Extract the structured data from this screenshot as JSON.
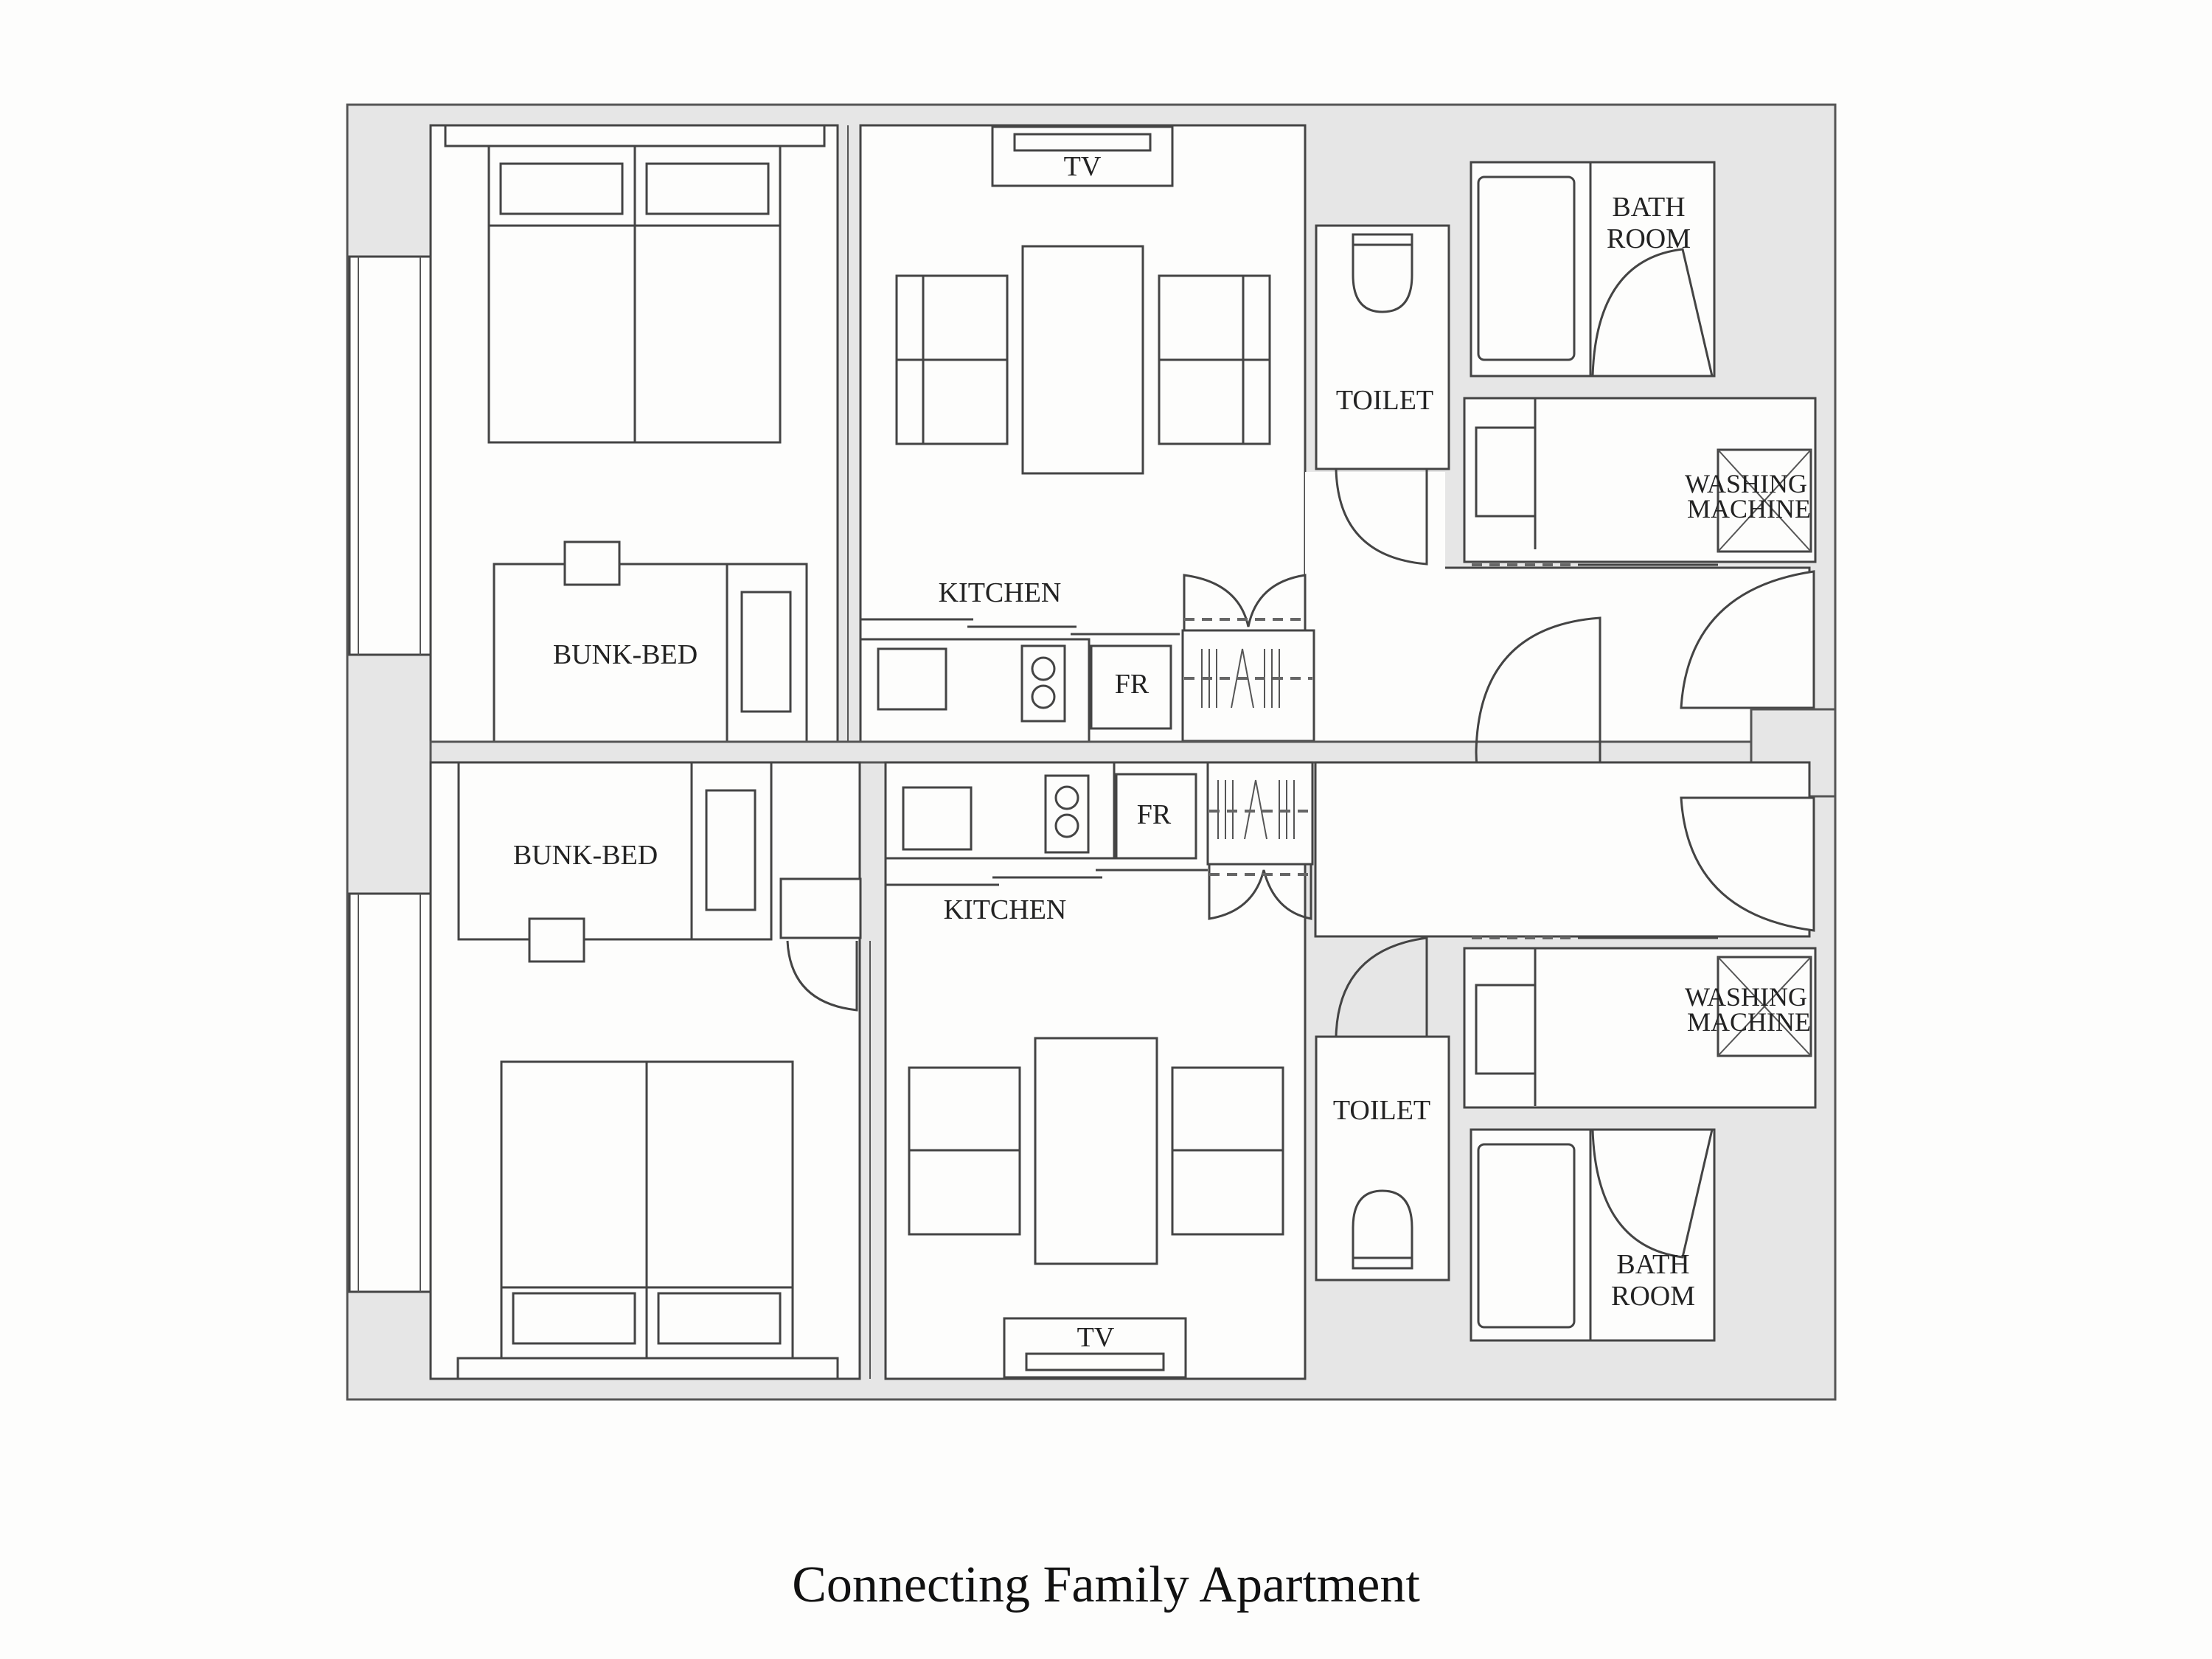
{
  "title": "Connecting Family Apartment",
  "colors": {
    "wall_fill": "#e6e6e6",
    "line": "#444444",
    "background": "#fdfdfc"
  },
  "units": [
    {
      "name": "upper-unit",
      "rooms": {
        "bedroom": {
          "furniture": [
            "double-bed",
            "bunk-bed",
            "desk",
            "wardrobe"
          ]
        },
        "bunk_bed_label": "BUNK-BED",
        "living": {
          "tv_label": "TV",
          "furniture": [
            "sofa",
            "coffee-table",
            "sofa"
          ]
        },
        "kitchen_label": "KITCHEN",
        "fridge_label": "FR",
        "toilet_label": "TOILET",
        "bath_label_line1": "BATH",
        "bath_label_line2": "ROOM",
        "washer_label_line1": "WASHING",
        "washer_label_line2": "MACHINE"
      }
    },
    {
      "name": "lower-unit",
      "rooms": {
        "bunk_bed_label": "BUNK-BED",
        "living": {
          "tv_label": "TV"
        },
        "kitchen_label": "KITCHEN",
        "fridge_label": "FR",
        "toilet_label": "TOILET",
        "bath_label_line1": "BATH",
        "bath_label_line2": "ROOM",
        "washer_label_line1": "WASHING",
        "washer_label_line2": "MACHINE"
      }
    }
  ]
}
